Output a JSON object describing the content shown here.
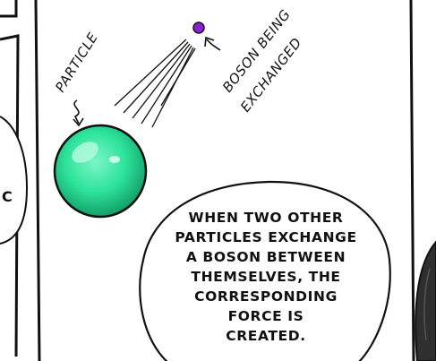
{
  "labels": {
    "particle": "PARTICLE",
    "boson_line1": "BOSON BEING",
    "boson_line2": "EXCHANGED"
  },
  "bubble": {
    "lines": [
      "WHEN TWO OTHER",
      "PARTICLES EXCHANGE",
      "A BOSON BETWEEN",
      "THEMSELVES, THE",
      "CORRESPONDING",
      "FORCE IS",
      "CREATED."
    ]
  },
  "left_bubble_fragment": "C",
  "colors": {
    "particle": "#2de39a",
    "particle_dark": "#18b878",
    "boson": "#8a1fd6",
    "ink": "#111111",
    "right_panel_shade": "#2f2f2f"
  }
}
